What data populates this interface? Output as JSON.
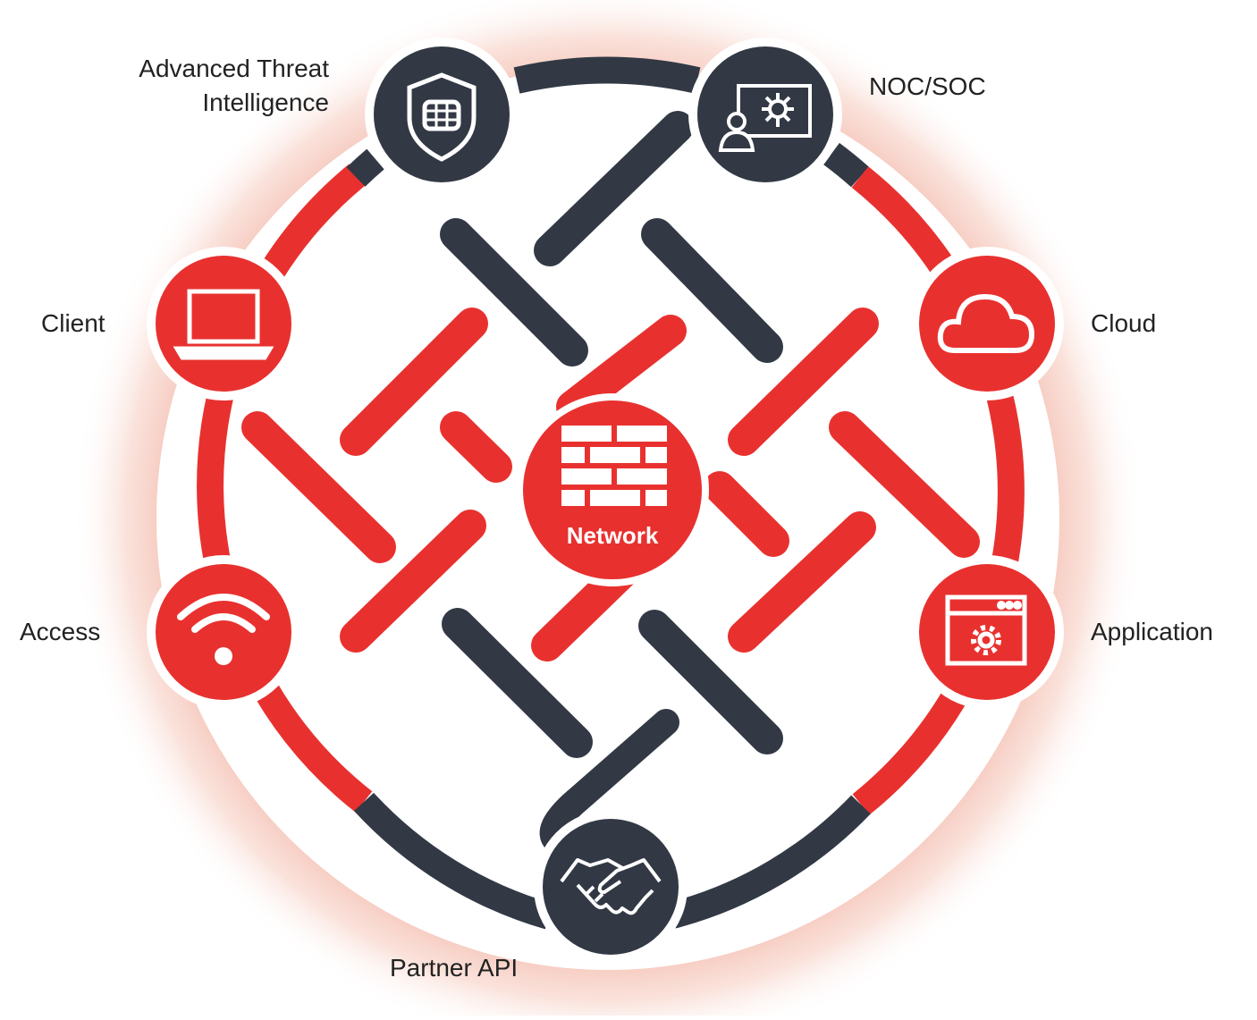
{
  "colors": {
    "red": "#e8312f",
    "dark": "#323945",
    "white": "#ffffff",
    "glow": "#f2b4a6"
  },
  "center": {
    "label": "Network",
    "icon": "firewall-brick-icon"
  },
  "nodes": [
    {
      "id": "advanced-threat-intelligence",
      "label_lines": [
        "Advanced Threat",
        "Intelligence"
      ],
      "icon": "shield-icon",
      "color": "dark"
    },
    {
      "id": "noc-soc",
      "label_lines": [
        "NOC/SOC"
      ],
      "icon": "monitor-operator-icon",
      "color": "dark"
    },
    {
      "id": "client",
      "label_lines": [
        "Client"
      ],
      "icon": "laptop-icon",
      "color": "red"
    },
    {
      "id": "cloud",
      "label_lines": [
        "Cloud"
      ],
      "icon": "cloud-icon",
      "color": "red"
    },
    {
      "id": "access",
      "label_lines": [
        "Access"
      ],
      "icon": "wifi-icon",
      "color": "red"
    },
    {
      "id": "application",
      "label_lines": [
        "Application"
      ],
      "icon": "app-window-gear-icon",
      "color": "red"
    },
    {
      "id": "partner-api",
      "label_lines": [
        "Partner API"
      ],
      "icon": "handshake-icon",
      "color": "dark"
    }
  ]
}
